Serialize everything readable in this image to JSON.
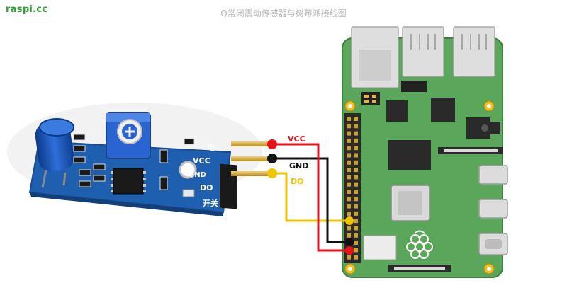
{
  "header": {
    "brand": "raspi.cc",
    "title": "Q常闭震动传感器与树莓派接线图"
  },
  "sensor_module": {
    "silk_labels": [
      "电",
      "VCC",
      "GND",
      "DO",
      "开关"
    ]
  },
  "wires": [
    {
      "label": "VCC",
      "color": "#e8121a"
    },
    {
      "label": "GND",
      "color": "#111111"
    },
    {
      "label": "DO",
      "color": "#f2c300"
    }
  ],
  "colors": {
    "pcb_blue": "#1f5fb0",
    "pi_board": "#5aa65a",
    "brand": "#2e9e2e"
  }
}
